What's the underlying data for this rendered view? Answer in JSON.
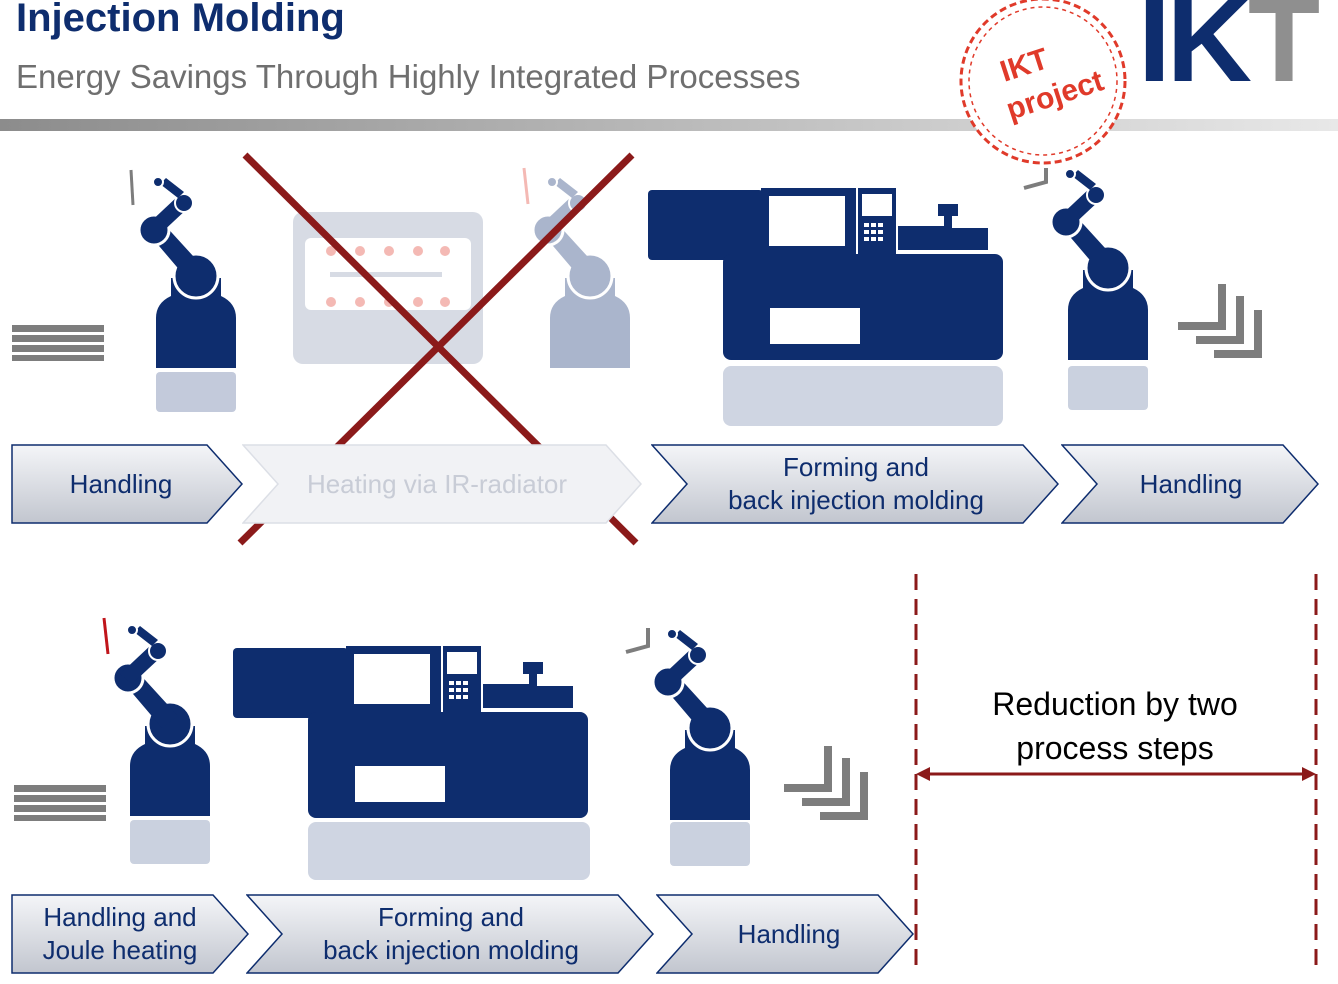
{
  "header": {
    "title": "Injection Molding",
    "subtitle": "Energy Savings Through Highly Integrated Processes",
    "logo_text": "IKT",
    "stamp": {
      "line1": "IKT",
      "line2": "project"
    }
  },
  "colors": {
    "navy": "#0e2d6e",
    "gray": "#8f8f8f",
    "red_cross": "#8b1a1a",
    "stamp_red": "#e03a2a",
    "arrow_fill_top": "#f4f5f8",
    "arrow_fill_bottom": "#c2c6cf"
  },
  "process_chains": [
    {
      "name": "",
      "steps": [
        {
          "label": "Handling",
          "removed": false
        },
        {
          "label": "Heating via IR-radiator",
          "removed": true
        },
        {
          "label": "Forming and\nback injection molding",
          "removed": false
        },
        {
          "label": "Handling",
          "removed": false
        }
      ]
    },
    {
      "name": "",
      "steps": [
        {
          "label": "Handling and\nJoule heating",
          "removed": false
        },
        {
          "label": "Forming and\nback injection molding",
          "removed": false
        },
        {
          "label": "Handling",
          "removed": false
        }
      ]
    }
  ],
  "reduction": {
    "text": "Reduction by two\nprocess steps"
  },
  "icons": [
    "material-stack-icon",
    "robot-arm-icon",
    "ir-radiator-icon",
    "injection-molding-machine-icon",
    "finished-parts-icon"
  ]
}
